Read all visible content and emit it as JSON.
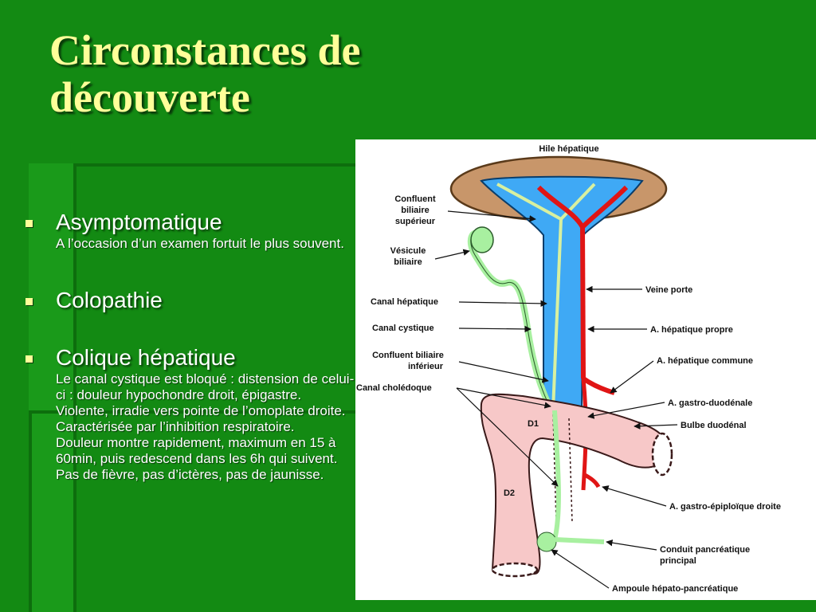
{
  "title": "Circonstances de découverte",
  "bullets": [
    {
      "title": "Asymptomatique",
      "body": "A l’occasion d’un examen fortuit le plus souvent."
    },
    {
      "title": "Colopathie",
      "body": ""
    },
    {
      "title": "Colique hépatique",
      "body": "Le canal cystique est bloqué : distension de celui-ci : douleur hypochondre droit, épigastre. Violente, irradie vers pointe de l’omoplate droite. Caractérisée par l’inhibition respiratoire.\nDouleur montre rapidement, maximum en 15 à 60min, puis redescend dans les 6h qui suivent.\nPas de fièvre, pas d’ictères, pas de jaunisse."
    }
  ],
  "diagram": {
    "top_label": "Hile hépatique",
    "left_labels": {
      "confluent_sup_1": "Confluent",
      "confluent_sup_2": "biliaire",
      "confluent_sup_3": "supérieur",
      "vesicule_1": "Vésicule",
      "vesicule_2": "biliaire",
      "canal_hepatique": "Canal hépatique",
      "canal_cystique": "Canal cystique",
      "confluent_inf_1": "Confluent biliaire",
      "confluent_inf_2": "inférieur",
      "choledoque": "Canal cholédoque"
    },
    "right_labels": {
      "veine_porte": "Veine porte",
      "a_hepatique_propre": "A. hépatique propre",
      "a_hepatique_commune": "A. hépatique commune",
      "a_gastro_duodenale": "A. gastro-duodénale",
      "bulbe_duodenal": "Bulbe duodénal",
      "a_gastro_epiploique": "A. gastro-épiploïque droite",
      "conduit_pancreatique_1": "Conduit pancréatique",
      "conduit_pancreatique_2": "principal",
      "ampoule": "Ampoule hépato-pancréatique"
    },
    "segment_labels": {
      "d1": "D1",
      "d2": "D2"
    },
    "colors": {
      "portal_vein": "#3fa9f5",
      "artery": "#e01515",
      "bile_duct": "#a8f0a0",
      "duodenum": "#f7c8c8",
      "hilum": "#c8966a"
    }
  }
}
